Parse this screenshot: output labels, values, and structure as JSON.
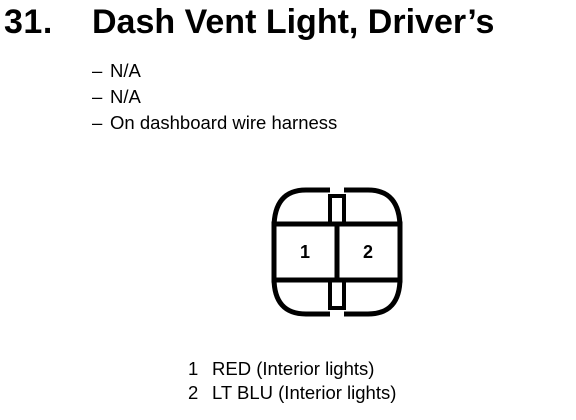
{
  "section": {
    "number": "31.",
    "title": "Dash Vent Light, Driver’s"
  },
  "specs": [
    {
      "dash": "–",
      "text": "N/A"
    },
    {
      "dash": "–",
      "text": "N/A"
    },
    {
      "dash": "–",
      "text": "On dashboard wire harness"
    }
  ],
  "connector": {
    "pins": [
      "1",
      "2"
    ]
  },
  "pinout": [
    {
      "pin": "1",
      "desc": "RED (Interior lights)"
    },
    {
      "pin": "2",
      "desc": "LT BLU (Interior lights)"
    }
  ]
}
